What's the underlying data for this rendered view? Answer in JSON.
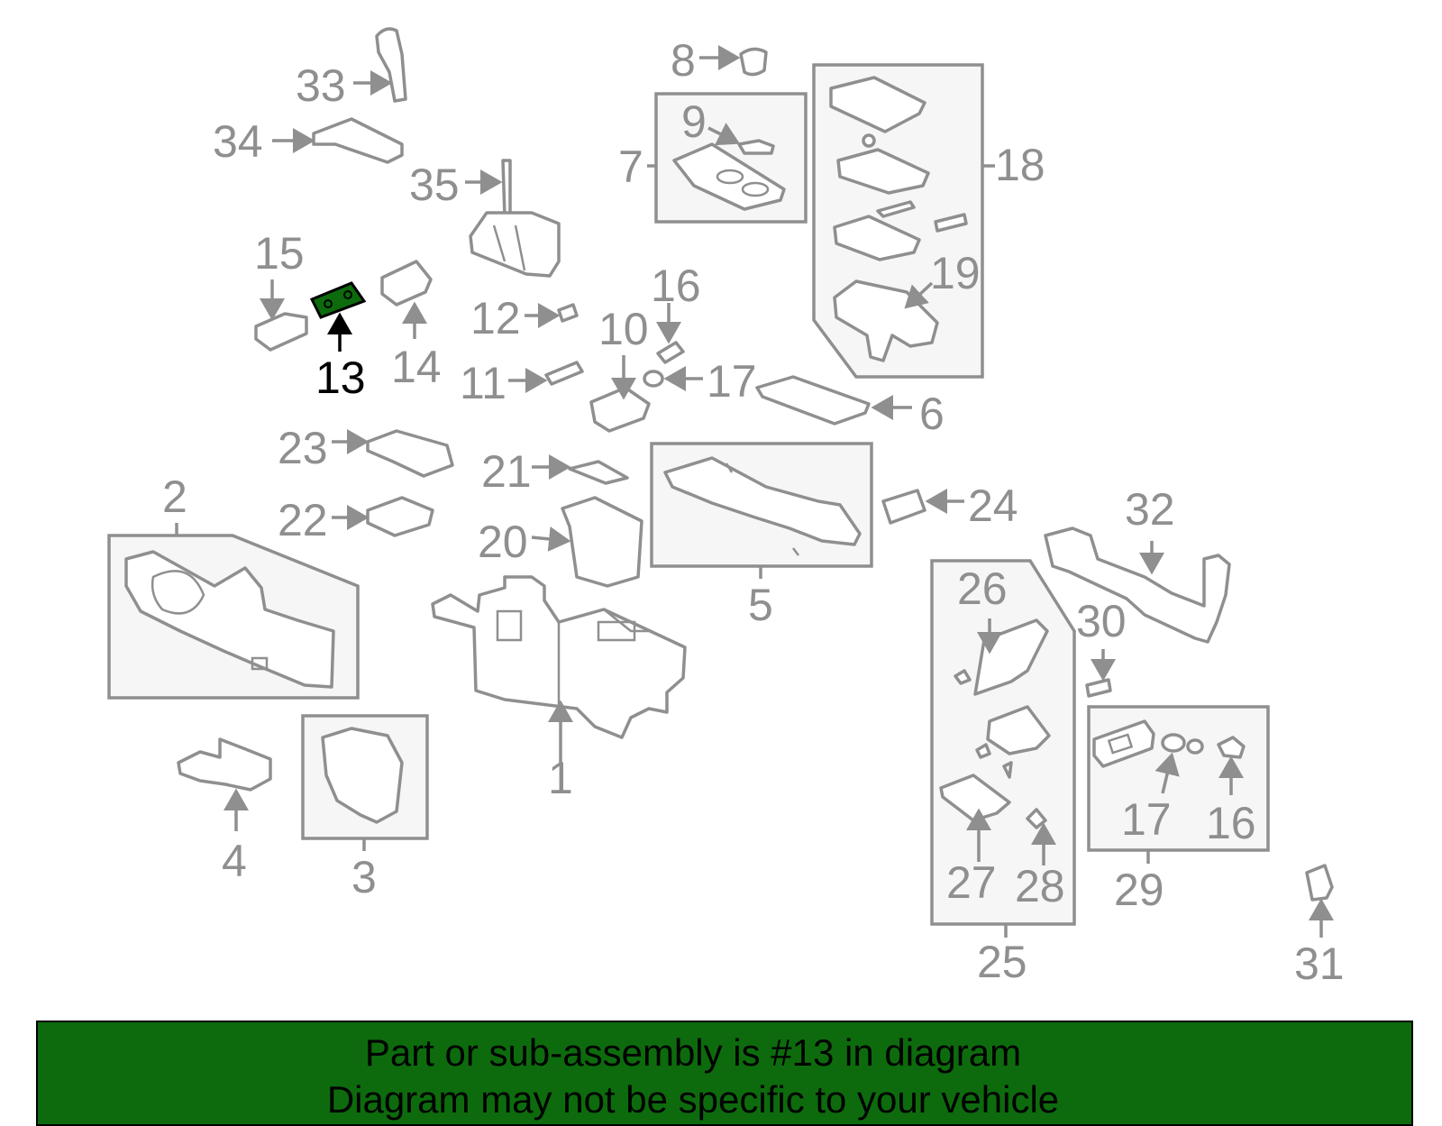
{
  "colors": {
    "line": "#8f8f8f",
    "highlight_fill": "#0d6b0d",
    "highlight_text": "#000000",
    "banner_bg": "#0d6b0d",
    "banner_border": "#000000"
  },
  "highlighted_part": "13",
  "parts": {
    "p1": "1",
    "p2": "2",
    "p3": "3",
    "p4": "4",
    "p5": "5",
    "p6": "6",
    "p7": "7",
    "p8": "8",
    "p9": "9",
    "p10": "10",
    "p11": "11",
    "p12": "12",
    "p13": "13",
    "p14": "14",
    "p15": "15",
    "p16a": "16",
    "p16b": "16",
    "p17a": "17",
    "p17b": "17",
    "p18": "18",
    "p19": "19",
    "p20": "20",
    "p21": "21",
    "p22": "22",
    "p23": "23",
    "p24": "24",
    "p25": "25",
    "p26": "26",
    "p27": "27",
    "p28": "28",
    "p29": "29",
    "p30": "30",
    "p31": "31",
    "p32": "32",
    "p33": "33",
    "p34": "34",
    "p35": "35"
  },
  "banner": {
    "line1": "Part or sub-assembly is #13 in diagram",
    "line2": "Diagram may not be specific to your vehicle"
  }
}
